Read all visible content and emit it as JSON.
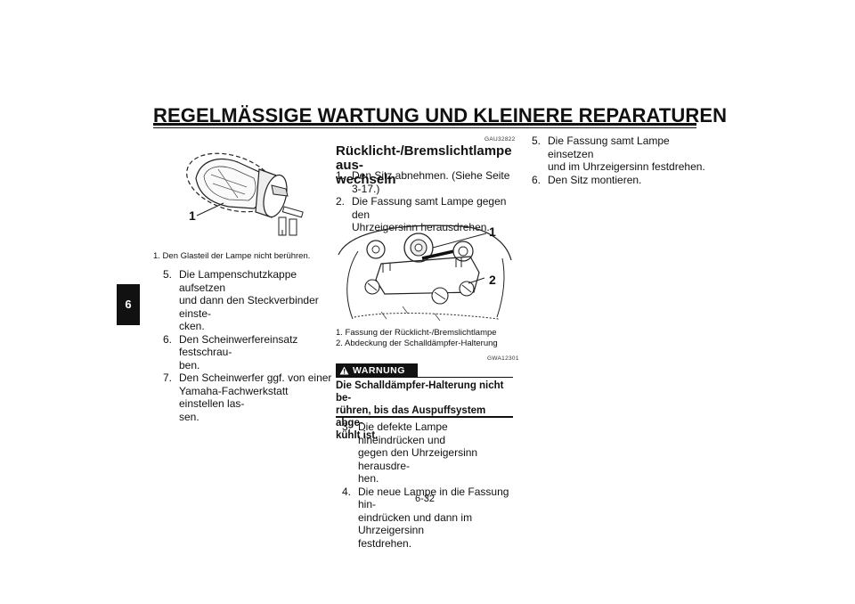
{
  "header": {
    "title": "REGELMÄSSIGE WARTUNG UND KLEINERE REPARATUREN"
  },
  "side_tab": "6",
  "left_column": {
    "figure_callout": "1",
    "caption": "1. Den Glasteil der Lampe nicht berühren.",
    "steps": [
      {
        "num": "5.",
        "lines": [
          "Die Lampenschutzkappe aufsetzen",
          "und dann den Steckverbinder einste-",
          "cken."
        ]
      },
      {
        "num": "6.",
        "lines": [
          "Den Scheinwerfereinsatz festschrau-",
          "ben."
        ]
      },
      {
        "num": "7.",
        "lines": [
          "Den Scheinwerfer ggf. von einer",
          "Yamaha-Fachwerkstatt einstellen las-",
          "sen."
        ]
      }
    ]
  },
  "middle_column": {
    "section_code": "GAU32822",
    "title_lines": [
      "Rücklicht-/Bremslichtlampe aus-",
      "wechseln"
    ],
    "steps_a": [
      {
        "num": "1.",
        "lines": [
          "Den Sitz abnehmen. (Siehe Seite",
          "3-17.)"
        ]
      },
      {
        "num": "2.",
        "lines": [
          "Die Fassung samt Lampe gegen den",
          "Uhrzeigersinn herausdrehen."
        ]
      }
    ],
    "figure_callouts": [
      "1",
      "2"
    ],
    "captions": [
      "1. Fassung der Rücklicht-/Bremslichtlampe",
      "2. Abdeckung der Schalldämpfer-Halterung"
    ],
    "warning_code": "GWA12301",
    "warning_label": "WARNUNG",
    "warning_lines": [
      "Die Schalldämpfer-Halterung nicht be-",
      "rühren, bis das Auspuffsystem abge-",
      "kühlt ist."
    ],
    "steps_b": [
      {
        "num": "3.",
        "lines": [
          "Die defekte Lampe hineindrücken und",
          "gegen den Uhrzeigersinn herausdre-",
          "hen."
        ]
      },
      {
        "num": "4.",
        "lines": [
          "Die neue Lampe in die Fassung hin-",
          "eindrücken und dann im Uhrzeigersinn",
          "festdrehen."
        ]
      }
    ]
  },
  "right_column": {
    "steps": [
      {
        "num": "5.",
        "lines": [
          "Die Fassung samt Lampe einsetzen",
          "und im Uhrzeigersinn festdrehen."
        ]
      },
      {
        "num": "6.",
        "lines": [
          "Den Sitz montieren."
        ]
      }
    ]
  },
  "footer": {
    "page_number": "6-32"
  }
}
